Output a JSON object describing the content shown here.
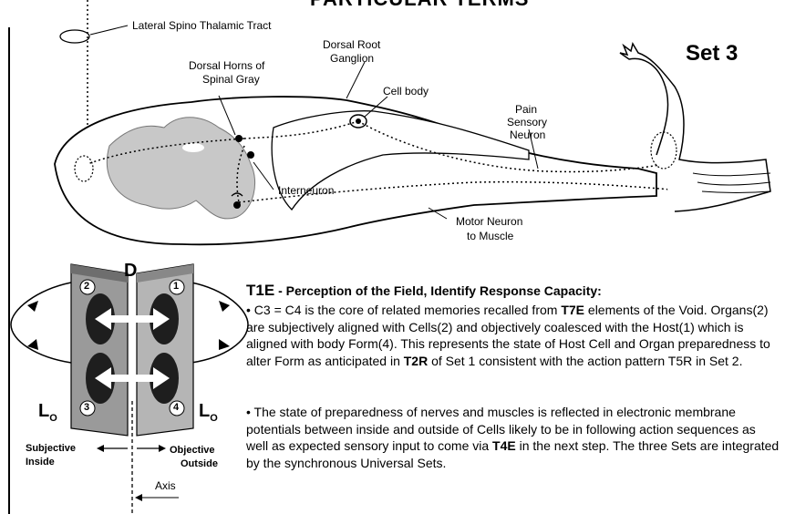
{
  "title": "PARTICULAR TERMS",
  "set_label": "Set 3",
  "diagram_labels": {
    "lateral_tract": "Lateral Spino Thalamic Tract",
    "dorsal_root_1": "Dorsal Root",
    "dorsal_root_2": "Ganglion",
    "dorsal_horns_1": "Dorsal Horns of",
    "dorsal_horns_2": "Spinal Gray",
    "cell_body": "Cell body",
    "pain_1": "Pain",
    "pain_2": "Sensory",
    "pain_3": "Neuron",
    "interneuron": "Interneuron",
    "motor_1": "Motor Neuron",
    "motor_2": "to Muscle"
  },
  "field_diagram": {
    "top_letter": "D",
    "left_L": "L",
    "right_L": "L",
    "subscript": "O",
    "n_top_left": "2",
    "n_top_right": "1",
    "n_bottom_left": "3",
    "n_bottom_right": "4",
    "subjective_1": "Subjective",
    "subjective_2": "Inside",
    "objective_1": "Objective",
    "objective_2": "Outside",
    "axis": "Axis"
  },
  "t1e": {
    "code": "T1E",
    "heading": " - Perception of the Field, Identify Response Capacity:",
    "p1_a": "• C3 = C4 is the core of related memories recalled from ",
    "p1_t7e": "T7E",
    "p1_b": " elements of the Void. Organs(2) are subjectively aligned with Cells(2) and objectively coalesced with the Host(1) which is aligned with body Form(4). This represents the state of Host Cell and Organ preparedness to alter Form as anticipated in ",
    "p1_t2r": "T2R",
    "p1_c": " of Set 1 consistent with the action pattern T5R in Set 2.",
    "p2_a": "• The state of preparedness of nerves and muscles is reflected in electronic membrane potentials between inside and outside of Cells likely to be in following action sequences as well as expected sensory input to come via ",
    "p2_t4e": "T4E",
    "p2_b": " in the next step. The three Sets are integrated by the synchronous Universal Sets."
  }
}
